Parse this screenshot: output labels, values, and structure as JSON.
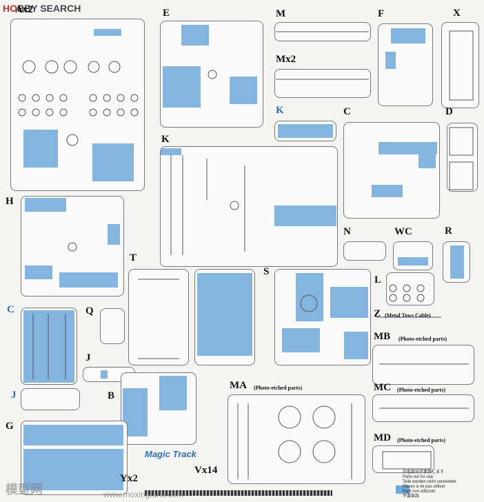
{
  "header": {
    "brand_prefix": "H",
    "brand_mid": "O",
    "brand_rest": "BBY SEARCH"
  },
  "sprues": {
    "Ax2": "Ax2",
    "E": "E",
    "M": "M",
    "Mx2": "Mx2",
    "F": "F",
    "X": "X",
    "K_blue": "K",
    "C": "C",
    "D": "D",
    "K": "K",
    "H": "H",
    "N": "N",
    "WC": "WC",
    "R": "R",
    "T": "T",
    "S": "S",
    "L": "L",
    "C_blue": "C",
    "Q": "Q",
    "Z": "Z",
    "Z_note": "(Metal Tows Cable)",
    "MB": "MB",
    "MB_note": "(Photo-etched parts)",
    "J": "J",
    "B": "B",
    "J_blue": "J",
    "MA": "MA",
    "MA_note": "(Photo-etched parts)",
    "MC": "MC",
    "MC_note": "(Photo-etched parts)",
    "G": "G",
    "MD": "MD",
    "MD_note": "(Photo-etched parts)",
    "Yx2": "Yx2",
    "Vx14": "Vx14"
  },
  "magic_track": "Magic Track",
  "watermark": {
    "cn": "模型网",
    "url": "www.moxingfans.com"
  },
  "note_lines": [
    "白色部分不使用します",
    "Parts not for use.",
    "Teile werden nicht verwendet",
    "Pièces à ne pas utiliser",
    "Parti non utilizzati",
    "不要部品"
  ],
  "colors": {
    "highlight": "#6fa8dc",
    "label_blue": "#2f6fb3",
    "sprue_line": "#777777"
  }
}
